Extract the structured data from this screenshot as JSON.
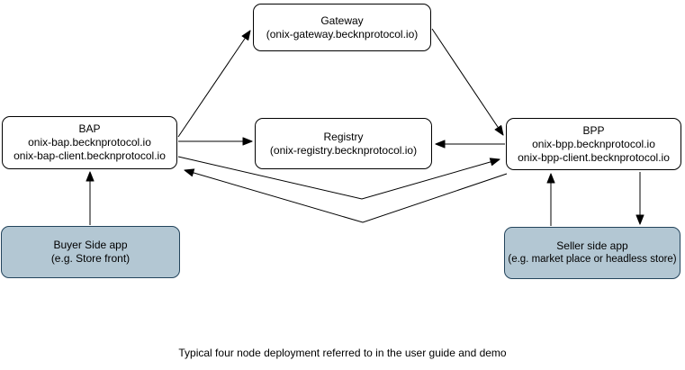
{
  "diagram": {
    "caption": "Typical four node deployment referred to in the user guide and demo",
    "nodes": {
      "gateway": {
        "lines": [
          "Gateway",
          "(onix-gateway.becknprotocol.io)"
        ]
      },
      "bap": {
        "lines": [
          "BAP",
          "onix-bap.becknprotocol.io",
          "onix-bap-client.becknprotocol.io"
        ]
      },
      "registry": {
        "lines": [
          "Registry",
          "(onix-registry.becknprotocol.io)"
        ]
      },
      "bpp": {
        "lines": [
          "BPP",
          "onix-bpp.becknprotocol.io",
          "onix-bpp-client.becknprotocol.io"
        ]
      },
      "buyer_app": {
        "lines": [
          "Buyer Side app",
          "(e.g. Store front)"
        ]
      },
      "seller_app": {
        "lines": [
          "Seller side app",
          "(e.g. market place or headless store)"
        ]
      }
    },
    "edges": [
      {
        "from": "bap",
        "to": "gateway",
        "arrow": "single"
      },
      {
        "from": "gateway",
        "to": "bpp",
        "arrow": "single"
      },
      {
        "from": "bap",
        "to": "registry",
        "arrow": "single"
      },
      {
        "from": "bpp",
        "to": "registry",
        "arrow": "single"
      },
      {
        "from": "bap",
        "to": "bpp",
        "arrow": "single"
      },
      {
        "from": "bpp",
        "to": "bap",
        "arrow": "single"
      },
      {
        "from": "buyer_app",
        "to": "bap",
        "arrow": "single"
      },
      {
        "from": "seller_app",
        "to": "bpp",
        "arrow": "single"
      },
      {
        "from": "bpp",
        "to": "seller_app",
        "arrow": "single"
      }
    ],
    "colors": {
      "background": "#ffffff",
      "node_fill": "#ffffff",
      "node_border": "#000000",
      "app_fill": "#b3c7d3",
      "app_border": "#23445c",
      "arrow": "#000000",
      "text": "#000000"
    }
  }
}
